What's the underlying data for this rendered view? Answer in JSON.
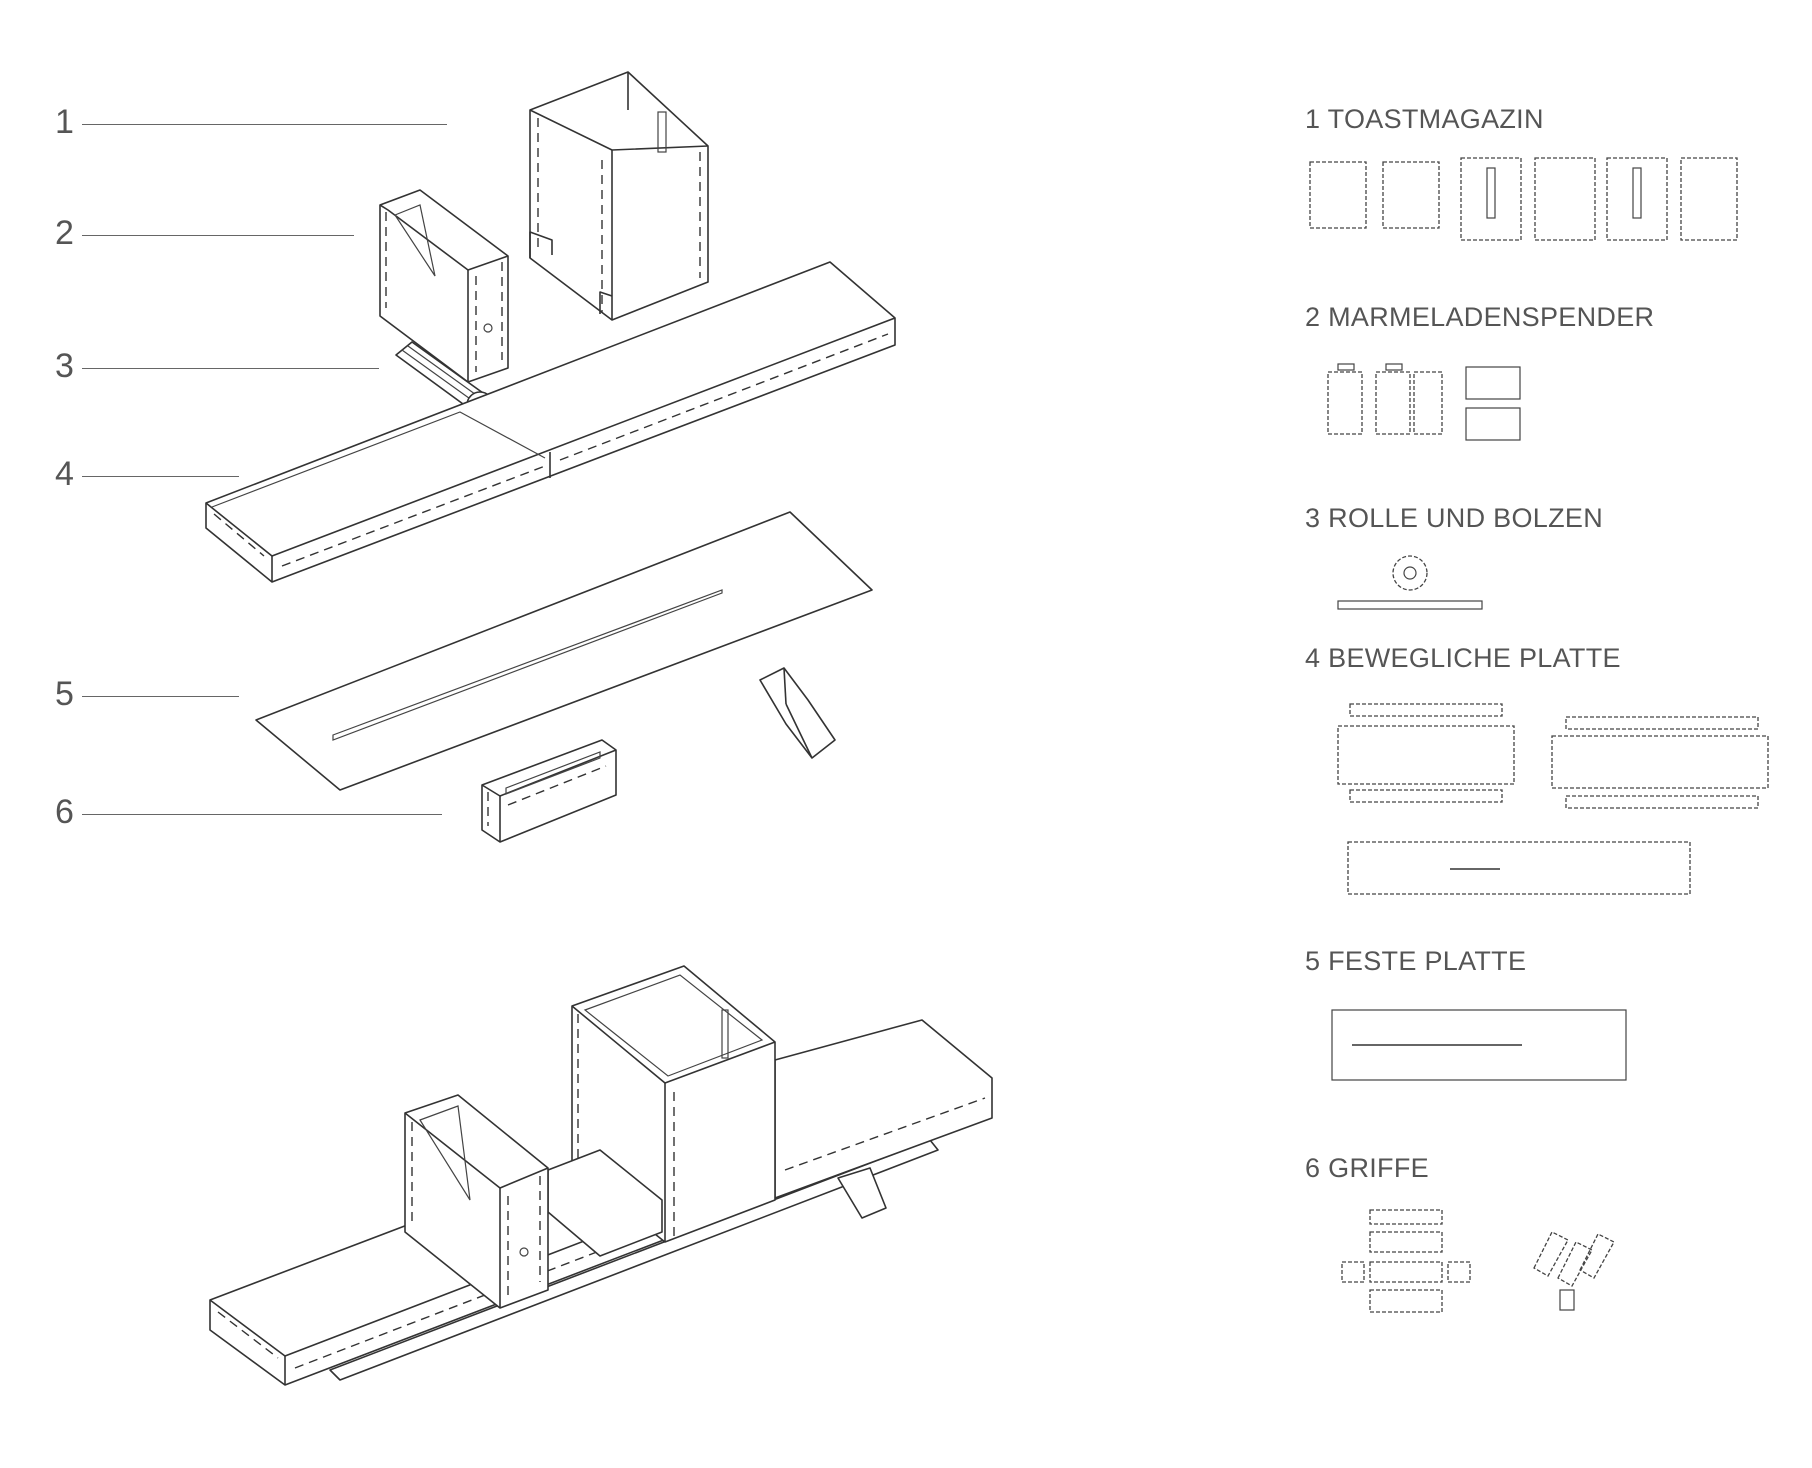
{
  "callouts": [
    "1",
    "2",
    "3",
    "4",
    "5",
    "6"
  ],
  "sections": [
    {
      "number": "1",
      "title": "TOASTMAGAZIN"
    },
    {
      "number": "2",
      "title": "MARMELADENSPENDER"
    },
    {
      "number": "3",
      "title": "ROLLE UND BOLZEN"
    },
    {
      "number": "4",
      "title": "BEWEGLICHE PLATTE"
    },
    {
      "number": "5",
      "title": "FESTE PLATTE"
    },
    {
      "number": "6",
      "title": "GRIFFE"
    }
  ],
  "colors": {
    "line": "#333333",
    "text": "#555555",
    "background": "#ffffff"
  }
}
